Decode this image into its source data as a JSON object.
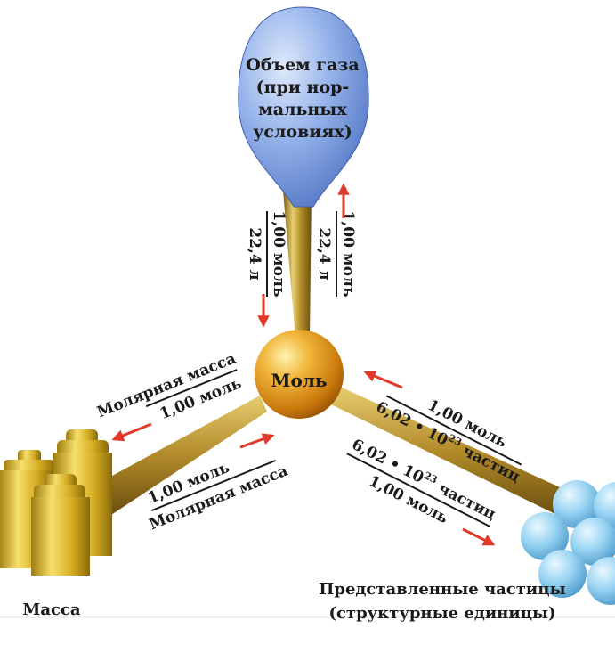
{
  "center": {
    "label": "Моль"
  },
  "gas": {
    "lines": [
      "Объем газа",
      "(при нор-",
      "мальных",
      "условиях)"
    ],
    "down": {
      "top": "1,00 моль",
      "bottom": "22,4 л"
    },
    "up": {
      "top": "22,4 л",
      "bottom": "1,00 моль"
    }
  },
  "mass": {
    "label": "Масса",
    "out": {
      "top": "Молярная масса",
      "bottom": "1,00 моль"
    },
    "in": {
      "top": "1,00 моль",
      "bottom": "Молярная масса"
    }
  },
  "particles": {
    "line1": "Представленные частицы",
    "line2": "(структурные единицы)",
    "in": {
      "top": "1,00 моль",
      "bottom_pre": "6,02 • 10",
      "bottom_exp": "23",
      "bottom_post": " частиц"
    },
    "out": {
      "top_pre": "6,02 • 10",
      "top_exp": "23",
      "top_post": " частиц",
      "bottom": "1,00 моль"
    }
  },
  "colors": {
    "arrow": "#e03a2a",
    "rod": "#b8912e",
    "ball": "#e6a21e",
    "balloon": "#7c9ee0",
    "spheres": "#8fcdf0",
    "weights": "#d8b227"
  }
}
